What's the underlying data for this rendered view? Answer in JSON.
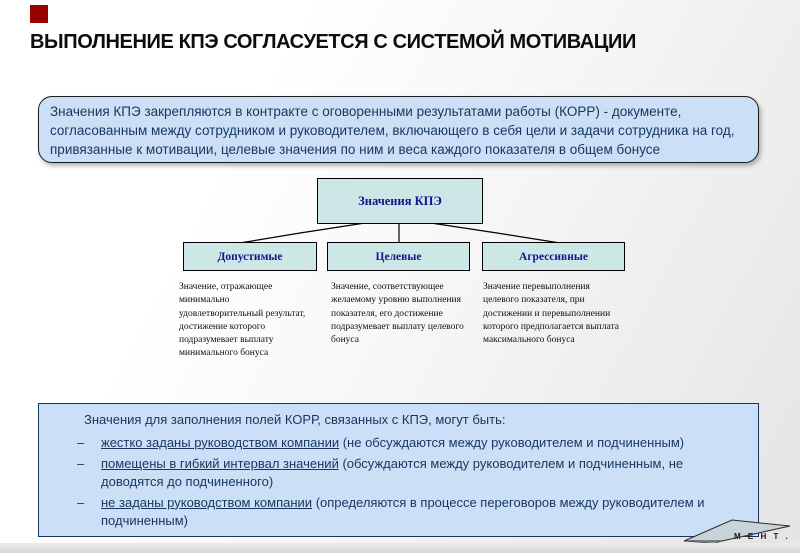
{
  "slide": {
    "title": "ВЫПОЛНЕНИЕ КПЭ СОГЛАСУЕТСЯ С СИСТЕМОЙ МОТИВАЦИИ",
    "intro_box": {
      "text": "Значения КПЭ закрепляются в контракте с оговоренными результатами работы (КОРР) - документе, согласованным между сотрудником и руководителем, включающего в себя цели и задачи сотрудника на год, привязанные к мотивации, целевые значения по ним и веса каждого показателя в общем бонусе"
    },
    "diagram": {
      "root": {
        "label": "Значения КПЭ"
      },
      "children": [
        {
          "label": "Допустимые",
          "description": "Значение, отражающее\nминимально\nудовлетворительный результат,\nдостижение которого\nподразумевает выплату\nминимального бонуса"
        },
        {
          "label": "Целевые",
          "description": "Значение, соответствующее\nжелаемому уровню выполнения\nпоказателя, его достижение\nподразумевает выплату целевого\nбонуса"
        },
        {
          "label": "Агрессивные",
          "description": "Значение перевыполнения\nцелевого показателя, при\nдостижении и перевыполнении\nкоторого предполагается выплата\nмаксимального бонуса"
        }
      ]
    },
    "bottom_box": {
      "intro": "Значения для заполнения полей КОРР, связанных с КПЭ, могут быть:",
      "bullets": [
        {
          "marker": "–",
          "underlined": "жестко заданы руководством компании",
          "rest": " (не обсуждаются между руководителем и подчиненным)"
        },
        {
          "marker": "–",
          "underlined": "помещены в гибкий интервал значений",
          "rest": " (обсуждаются между руководителем и подчиненным, не доводятся до подчиненного)"
        },
        {
          "marker": "–",
          "underlined": "не заданы руководством компании",
          "rest": " (определяются в процессе переговоров между руководителем и подчиненным)"
        }
      ]
    },
    "logo_text": "М Е Н Т .",
    "colors": {
      "accent_red": "#990000",
      "box_blue": "#cbdff6",
      "box_teal": "#cde7e7",
      "text_navy": "#17375e",
      "label_blue": "#14148c"
    }
  }
}
